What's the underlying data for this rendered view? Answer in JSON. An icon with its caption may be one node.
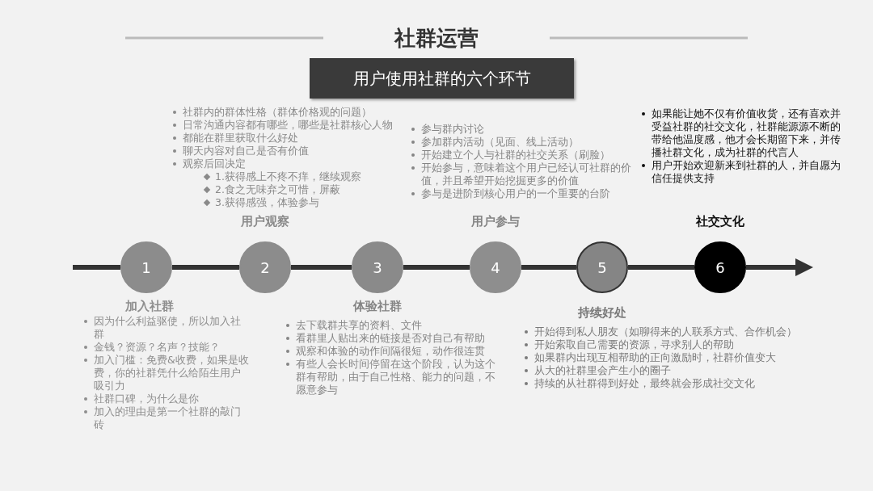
{
  "diagram": {
    "title": "社群运营",
    "nodes": [
      {
        "text": [
          "用户使用社群的六个环节"
        ]
      },
      {
        "text": [
          "1"
        ],
        "beside": [
          "加入社群",
          "因为什么利益驱使，所以加入社群",
          "金钱？资源？名声？技能？",
          "加入门槛：免费&收费，如果是收费，你的社群凭什么给陌生用户吸引力",
          "社群口碑，为什么是你",
          "加入的理由是第一个社群的敲门砖"
        ]
      },
      {
        "text": [
          "2"
        ],
        "beside": [
          "社群内的群体性格（群体价格观的问题）",
          "日常沟通内容都有哪些，哪些是社群核心人物",
          "都能在群里获取什么好处",
          "聊天内容对自己是否有价值",
          "观察后回决定",
          "1.获得感上不疼不痒，继续观察",
          "2.食之无味弃之可惜，屏蔽",
          "3.获得感强，体验参与",
          "用户观察"
        ]
      },
      {
        "text": [
          "3"
        ],
        "beside": [
          "体验社群",
          "去下载群共享的资料、文件",
          "看群里人贴出来的链接是否对自己有帮助",
          "观察和体验的动作间隔很短，动作很连贯",
          "有些人会长时间停留在这个阶段，认为这个群有帮助，由于自己性格、能力的问题，不愿意参与"
        ]
      },
      {
        "text": [
          "4"
        ],
        "beside": [
          "参与群内讨论",
          "参加群内活动（见面、线上活动）",
          "开始建立个人与社群的社交关系（刷脸）",
          "开始参与，意味着这个用户已经认可社群的价值，并且希望开始挖掘更多的价值",
          "参与是进阶到核心用户的一个重要的台阶",
          "用户参与"
        ]
      },
      {
        "text": [
          "5"
        ],
        "beside": [
          "持续好处",
          "开始得到私人朋友（如聊得来的人联系方式、合作机会）",
          "开始索取自己需要的资源，寻求别人的帮助",
          "如果群内出现互相帮助的正向激励时，社群价值变大",
          "从大的社群里会产生小的圈子",
          "持续的从社群得到好处，最终就会形成社交文化"
        ]
      },
      {
        "text": [
          "6"
        ],
        "beside": [
          "如果能让她不仅有价值收货，还有喜欢并受益社群的社交文化，社群能源源不断的带给他温度感，他才会长期留下来，并传播社群文化，成为社群的代言人",
          "用户开始欢迎新来到社群的人，并自愿为信任提供支持",
          "社交文化"
        ]
      }
    ],
    "edges": [
      {
        "from": 1,
        "to": 2,
        "arrow": "none"
      },
      {
        "from": 2,
        "to": 3,
        "arrow": "none"
      },
      {
        "from": 3,
        "to": 4,
        "arrow": "none"
      },
      {
        "from": 4,
        "to": 5,
        "arrow": "none"
      },
      {
        "from": 5,
        "to": 6,
        "arrow": "none"
      },
      {
        "from": 6,
        "to": null,
        "arrow": "to"
      }
    ]
  }
}
